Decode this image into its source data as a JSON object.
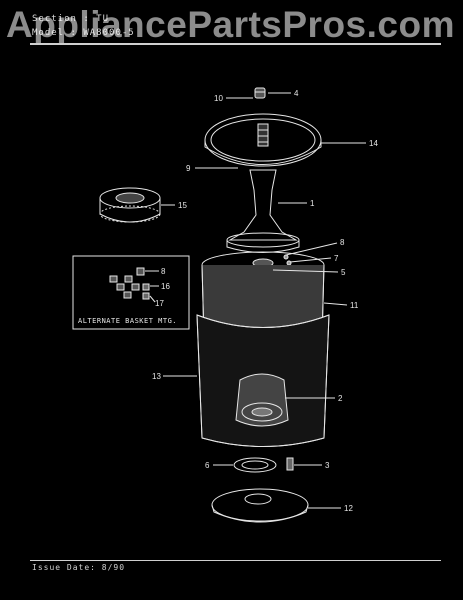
{
  "header": {
    "section_line": "Section : TU",
    "model_line": "Model : WA8000-5"
  },
  "watermark": "AppliancePartsPros.com",
  "footer": {
    "issue_date": "Issue Date: 8/90"
  },
  "inset": {
    "label": "ALTERNATE BASKET MTG.",
    "callouts": [
      "8",
      "16",
      "17"
    ]
  },
  "callouts": {
    "c1": "1",
    "c2": "2",
    "c3": "3",
    "c4": "4",
    "c5": "5",
    "c6": "6",
    "c7": "7",
    "c8": "8",
    "c9": "9",
    "c10": "10",
    "c11": "11",
    "c12": "12",
    "c13": "13",
    "c14": "14",
    "c15": "15"
  },
  "colors": {
    "background": "#000000",
    "lines": "#e6e6e6"
  }
}
